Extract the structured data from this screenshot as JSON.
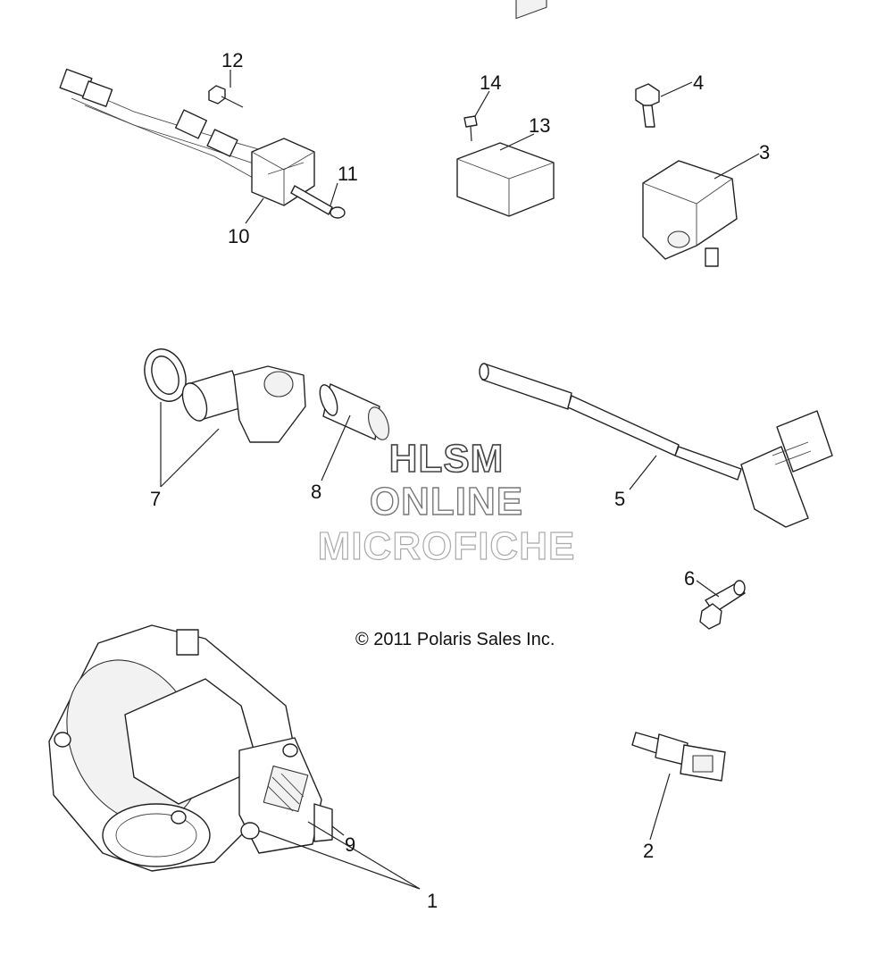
{
  "callouts": {
    "c1": "1",
    "c2": "2",
    "c3": "3",
    "c4": "4",
    "c5": "5",
    "c6": "6",
    "c7": "7",
    "c8": "8",
    "c9": "9",
    "c10": "10",
    "c11": "11",
    "c12": "12",
    "c13": "13",
    "c14": "14"
  },
  "watermark": {
    "line1": "HLSM",
    "line2": "ONLINE",
    "line3": "MICROFICHE"
  },
  "copyright": "© 2011 Polaris Sales Inc."
}
